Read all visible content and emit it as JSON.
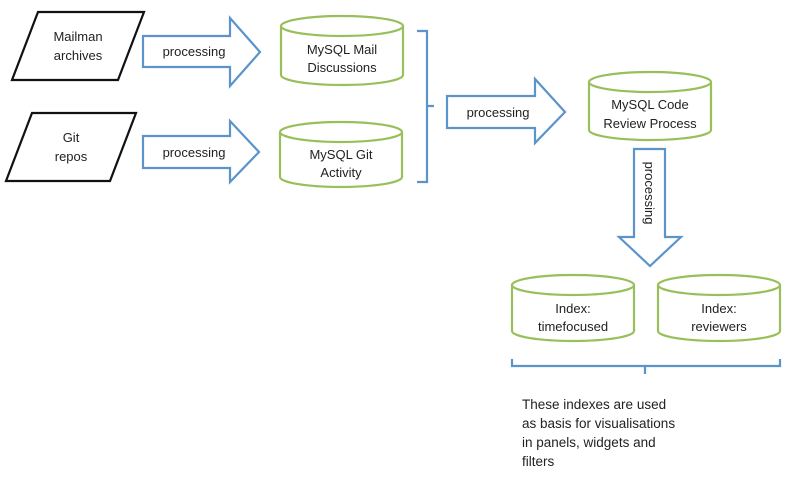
{
  "colors": {
    "arrow_stroke": "#5b93cb",
    "cylinder_stroke": "#98bf5a",
    "input_stroke": "#111111",
    "bracket_stroke": "#5b93cb",
    "text": "#222222"
  },
  "inputs": [
    {
      "id": "mailman",
      "lines": [
        "Mailman",
        "archives"
      ]
    },
    {
      "id": "git",
      "lines": [
        "Git",
        "repos"
      ]
    }
  ],
  "arrows": [
    {
      "id": "mail-processing",
      "label": "processing"
    },
    {
      "id": "git-processing",
      "label": "processing"
    },
    {
      "id": "merge-processing",
      "label": "processing"
    },
    {
      "id": "index-processing",
      "label": "processing"
    }
  ],
  "databases": [
    {
      "id": "mysql-mail",
      "lines": [
        "MySQL Mail",
        "Discussions"
      ]
    },
    {
      "id": "mysql-git",
      "lines": [
        "MySQL Git",
        "Activity"
      ]
    },
    {
      "id": "mysql-code-review",
      "lines": [
        "MySQL Code",
        "Review Process"
      ]
    },
    {
      "id": "index-timefocused",
      "lines": [
        "Index:",
        "timefocused"
      ]
    },
    {
      "id": "index-reviewers",
      "lines": [
        "Index:",
        "reviewers"
      ]
    }
  ],
  "note": {
    "lines": [
      "These indexes are used",
      "as basis for visualisations",
      "in panels, widgets and",
      "filters"
    ]
  }
}
